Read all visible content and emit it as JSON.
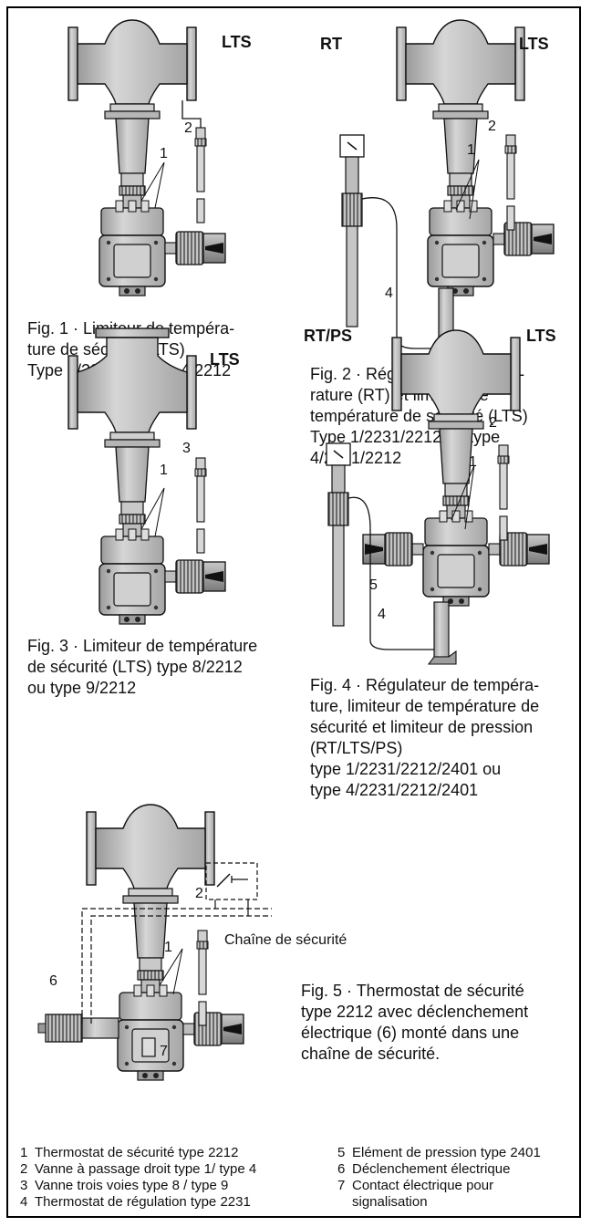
{
  "labels": {
    "lts": "LTS",
    "rt": "RT",
    "rtps": "RT/PS",
    "chaine": "Chaîne de sécurité"
  },
  "callouts": [
    "1",
    "2",
    "3",
    "4",
    "5",
    "6",
    "7"
  ],
  "captions": {
    "fig1": [
      "Fig. 1 · Limiteur de tempéra-",
      "ture de sécurité (LTS)",
      "Type 1/2212 ou type 4/2212"
    ],
    "fig2": [
      "Fig. 2 · Régulateur de tempé-",
      "rature (RT) et limiteur de",
      "température de sécurité (LTS)",
      "Type 1/2231/2212 ou type",
      "4/2231/2212"
    ],
    "fig3": [
      "Fig. 3 · Limiteur de température",
      "de sécurité (LTS) type 8/2212",
      "ou type 9/2212"
    ],
    "fig4": [
      "Fig. 4 · Régulateur de tempéra-",
      "ture, limiteur de température de",
      "sécurité et limiteur de pression",
      "(RT/LTS/PS)",
      "type 1/2231/2212/2401 ou",
      "type 4/2231/2212/2401"
    ],
    "fig5": [
      "Fig. 5 · Thermostat de sécurité",
      "type 2212 avec déclenchement",
      "électrique (6) monté dans une",
      "chaîne de sécurité."
    ]
  },
  "legend": {
    "left": [
      {
        "num": "1",
        "text": "Thermostat de sécurité type 2212"
      },
      {
        "num": "2",
        "text": "Vanne à passage droit type 1/ type 4"
      },
      {
        "num": "3",
        "text": "Vanne trois voies type 8 / type 9"
      },
      {
        "num": "4",
        "text": "Thermostat de régulation type 2231"
      }
    ],
    "right": [
      {
        "num": "5",
        "text": "Elément de pression type 2401"
      },
      {
        "num": "6",
        "text": "Déclenchement électrique"
      },
      {
        "num": "7",
        "text": "Contact électrique pour"
      },
      {
        "num": "",
        "text": "signalisation"
      }
    ]
  },
  "colors": {
    "metal": "#bdbdbd",
    "metal_dark": "#8f8f8f",
    "line": "#111111"
  }
}
